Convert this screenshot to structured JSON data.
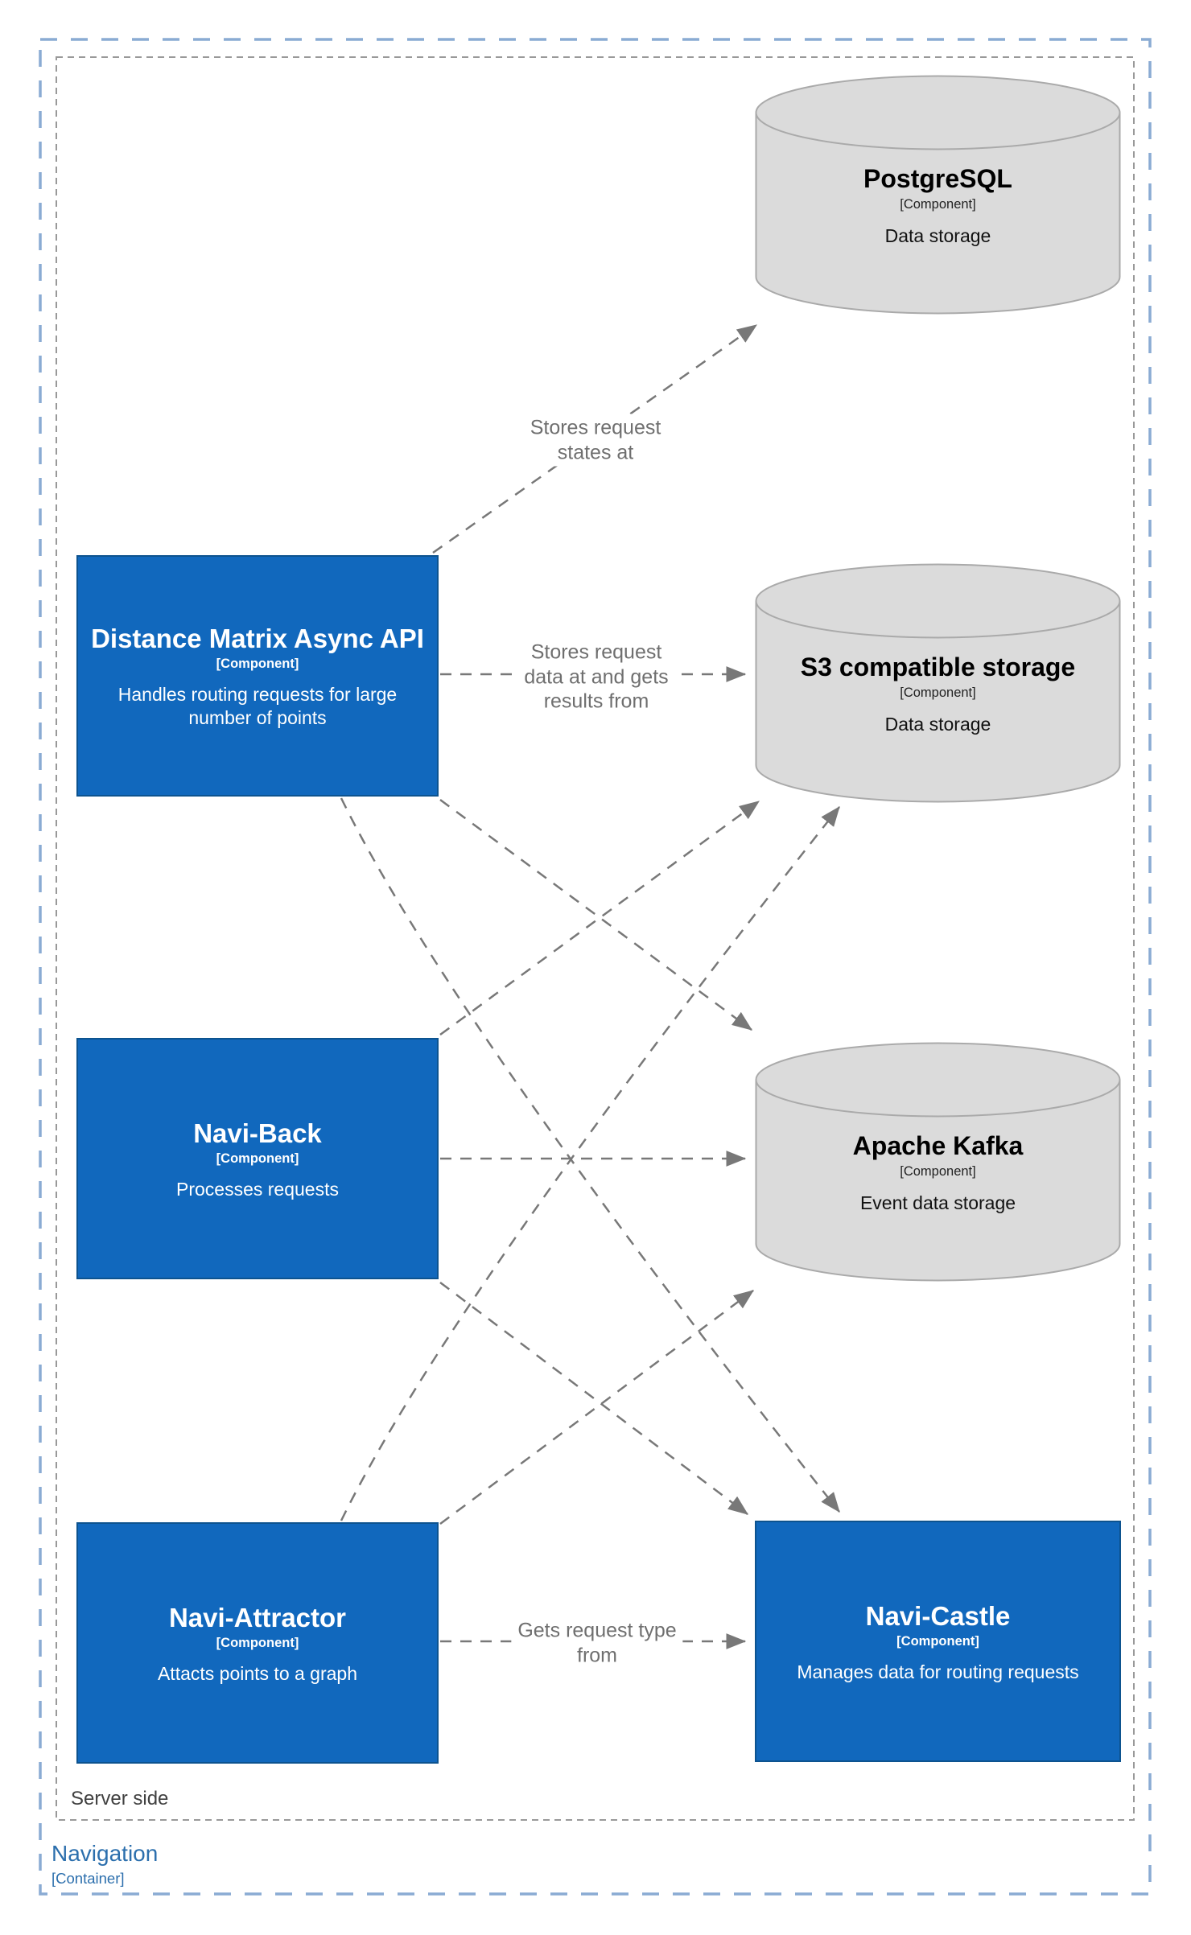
{
  "outer_boundary": {
    "label": "Navigation",
    "sublabel": "[Container]"
  },
  "inner_boundary": {
    "label": "Server side"
  },
  "components": [
    {
      "name": "Distance Matrix Async API",
      "meta": "[Component]",
      "description": "Handles routing requests for large number of points",
      "shape": "box"
    },
    {
      "name": "Navi-Back",
      "meta": "[Component]",
      "description": "Processes requests",
      "shape": "box"
    },
    {
      "name": "Navi-Attractor",
      "meta": "[Component]",
      "description": "Attacts points to a graph",
      "shape": "box"
    },
    {
      "name": "Navi-Castle",
      "meta": "[Component]",
      "description": "Manages data for routing requests",
      "shape": "box"
    },
    {
      "name": "PostgreSQL",
      "meta": "[Component]",
      "description": "Data storage",
      "shape": "cylinder"
    },
    {
      "name": "S3 compatible storage",
      "meta": "[Component]",
      "description": "Data storage",
      "shape": "cylinder"
    },
    {
      "name": "Apache Kafka",
      "meta": "[Component]",
      "description": "Event data storage",
      "shape": "cylinder"
    }
  ],
  "relationships": [
    {
      "from": "Distance Matrix Async API",
      "to": "PostgreSQL",
      "label": "Stores request\nstates at"
    },
    {
      "from": "Distance Matrix Async API",
      "to": "S3 compatible storage",
      "label": "Stores request\ndata at and gets\nresults from"
    },
    {
      "from": "Distance Matrix Async API",
      "to": "Apache Kafka",
      "label": ""
    },
    {
      "from": "Distance Matrix Async API",
      "to": "Navi-Castle",
      "label": ""
    },
    {
      "from": "Navi-Back",
      "to": "S3 compatible storage",
      "label": ""
    },
    {
      "from": "Navi-Back",
      "to": "Apache Kafka",
      "label": ""
    },
    {
      "from": "Navi-Back",
      "to": "Navi-Castle",
      "label": ""
    },
    {
      "from": "Navi-Attractor",
      "to": "S3 compatible storage",
      "label": ""
    },
    {
      "from": "Navi-Attractor",
      "to": "Apache Kafka",
      "label": ""
    },
    {
      "from": "Navi-Attractor",
      "to": "Navi-Castle",
      "label": "Gets request type\nfrom"
    }
  ],
  "colors": {
    "component_fill": "#1168bd",
    "component_border": "#0d538f",
    "component_text": "#ffffff",
    "database_fill": "#dbdbdb",
    "database_border": "#aaaaaa",
    "relationship_line": "#787878",
    "relationship_text": "#6f6f6f",
    "outer_boundary": "#8aabd3",
    "outer_boundary_text": "#2c6fad",
    "inner_boundary": "#999999",
    "inner_boundary_text": "#404040"
  }
}
